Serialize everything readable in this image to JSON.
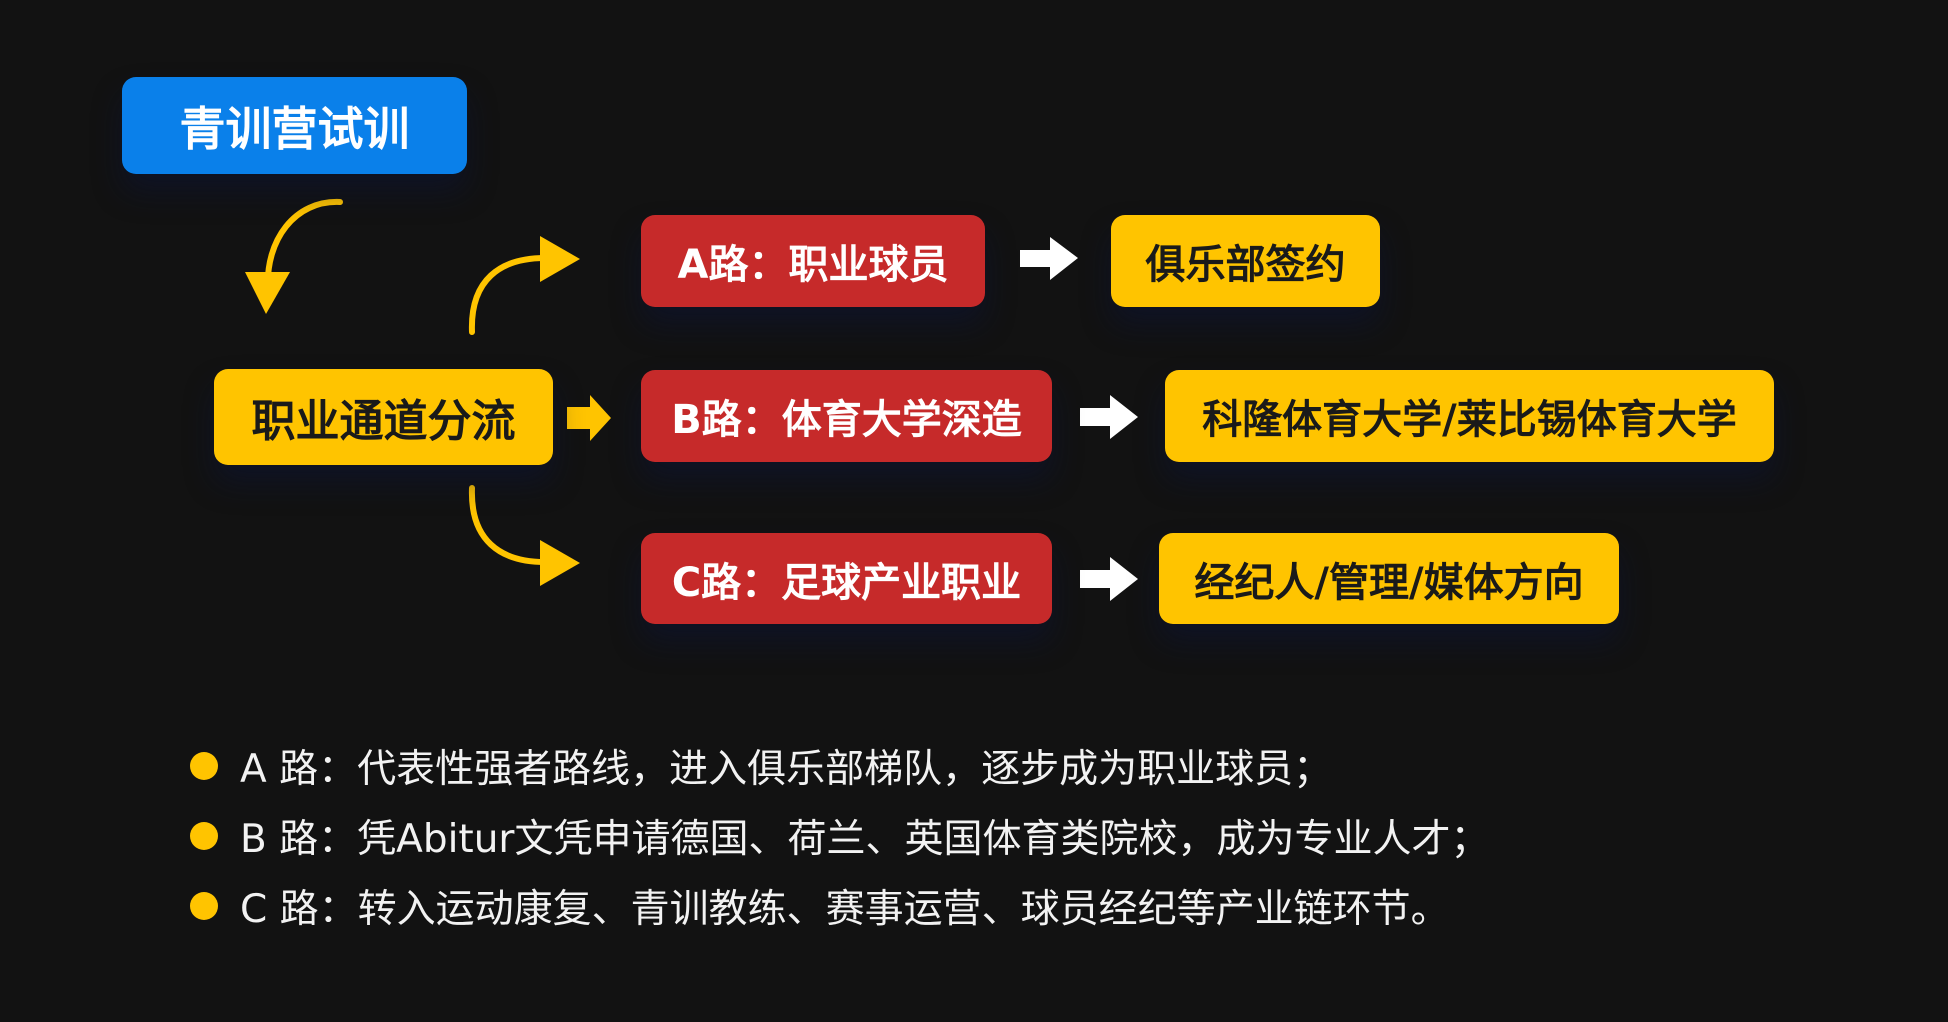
{
  "start": "青训营试训",
  "split": "职业通道分流",
  "paths": [
    {
      "label": "A路：职业球员",
      "outcome": "俱乐部签约"
    },
    {
      "label": "B路：体育大学深造",
      "outcome": "科隆体育大学/莱比锡体育大学"
    },
    {
      "label": "C路：足球产业职业",
      "outcome": "经纪人/管理/媒体方向"
    }
  ],
  "notes": [
    "A 路：代表性强者路线，进入俱乐部梯队，逐步成为职业球员；",
    "B 路：凭Abitur文凭申请德国、荷兰、英国体育类院校，成为专业人才；",
    "C 路：转入运动康复、青训教练、赛事运营、球员经纪等产业链环节。"
  ],
  "colors": {
    "background": "#121212",
    "blue": "#0a80ea",
    "red": "#c62a2a",
    "yellow": "#ffc400"
  }
}
